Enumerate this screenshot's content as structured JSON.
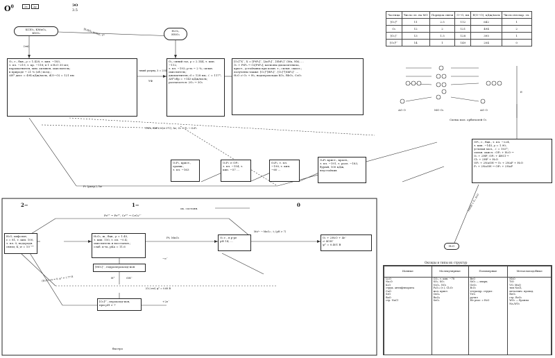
{
  "header": {
    "element": "O",
    "superscript": "0",
    "config_1": "2s",
    "config_2": "2p",
    "hdr_label": "ЭО",
    "hdr_value": "3.5"
  },
  "nodes": {
    "kclo3": [
      "KClO₃, KMnO₄,",
      "KNO₃"
    ],
    "h2o2_top": [
      "H₂O₂,",
      "HNO₃"
    ],
    "o2_main": [
      "O₂, г., бцв., ρ = 1.428, т. кип. −183,",
      "т. пл. −219, т. кр. −118; в 1 л H₂O 30 мл;",
      "парамагнитен, хим. активен, окислитель;",
      "в природе ~ 21 % (об.) возд.;",
      "ΔH° дисс = 494 кДж/моль, d(O−O) = 121 пм"
    ],
    "o3_main": [
      "O₃, синий газ, ρ = 2.144, т. кип. −112,",
      "т. пл. −193; р-ть ~ 2 %; сильн. окислитель;",
      "диамагнитен; d = 128 пм; ∠ = 117°;",
      "ΔH°обр = +143 кДж/моль;",
      "разлагается: 2O₃ → 3O₂"
    ],
    "oxy_complex": [
      "[O₂]⁺X⁻, X = [PtF₆]⁻, [AsF₆]⁻, [SbF₆]⁻ (Mn, Nb), ...",
      "O₂ + PtF₆ → O₂[PtF₆]; катионы диоксигенила,",
      "крист., устойчивы при комн. т.; сильн. окисл.;",
      "получены также: [O₂]⁺[BF₄]⁻, [O₂]⁺[SbF₆]⁻ ...",
      "H₂O ⇄ O₂ + H₂; надпероксиды KO₂, RbO₂, CsO₂"
    ],
    "o2f2": [
      "O₂F₂, крист.,",
      "оранж.,",
      "т. пл. −163"
    ],
    "o2f2b": [
      "O₂F₂ ⇌ OF₂",
      "т. пл. −154, т.",
      "кип. −57 ..."
    ],
    "o3f2": [
      "O₃F₂, т. пл.",
      "−190, т. кип.",
      "−60 ..."
    ],
    "o4f2": [
      "O₄F₂ крист., красн.,",
      "т. пл. −191, т. разл. −183,",
      "бурый, 100 кДж,",
      "неустойчив"
    ],
    "of2": [
      "OF₂, г., бцв., т. пл. −224,",
      "т. кип. −145, ρ = 1.90;",
      "угловая мол., ∠ = 103°;",
      "сильн. окисл.: OF₂ + H₂O →",
      "O₂ + 2HF; OF₂ + 4HCl →",
      "Cl₂ + 2HF + H₂O",
      "OF₂ + 2NaOH → O₂ + 2NaF + H₂O",
      "F₂ + 2NaOH → OF₂ + 2NaF"
    ],
    "h2o_node": "H₂O",
    "h2o_bottom": [
      "H₂O, амфолит,",
      "ε = 81, т. кип. 100,",
      "т. пл. 0; водородн.",
      "связи; K_w = 10⁻¹⁴"
    ],
    "h2o2_bottom": [
      "H₂O₂, ж., бцв., ρ = 1.45,",
      "т. кип. 150, т. пл. −0.4;",
      "окислитель и восстанов.;",
      "слаб. к-та, pKa = 11.6"
    ],
    "o2_bottom": [
      "O₂ г., в р-ре",
      "pH 14, ..."
    ],
    "o2_right": [
      "O₂ + 2H₂O + 4e⁻",
      "⇄ 4OH⁻",
      "φ° = 0.401 В"
    ],
    "ho2": "[HO₂]⁻, гидропероксид-ион",
    "o2_peroxo": [
      "[O₂]²⁻, пероксид-ион,",
      "при pH > 7"
    ]
  },
  "labels": {
    "label_tv": "(тв)",
    "label_reaction": "H₂SO₄ конц., t°",
    "label_discharge": "тихий разряд, λ = 254 нм,",
    "label_uv": "УФ",
    "label_pf6": "PtF₆, SbF₅, t (> 0°C), hν; O₂ + F₂ → O₂F₂",
    "label_ff": "F₂ (разр.), hν",
    "label_kat": "Pt, MnO₂",
    "label_minus": "−e⁻",
    "label_e2": "+2e⁻",
    "label_h2o_to": "NaOH + F₂, H₂O",
    "label_bystro": "быстро",
    "label_mn": "Mn²⁺ → MnO₄⁻, t; (pH > 7)",
    "label_fe": "Fe²⁺ → Fe³⁺, Cr³⁺ → CrO₄²⁻",
    "label_ox2": "(H₂O₂) ox = 0,  φ° = 1.77 В",
    "label_ox3": "(O₂) red,  φ° = 0.68 В",
    "label_acid": "H⁺",
    "label_oh": "OH⁻",
    "label_oxnum_top": "ок. состоян.",
    "mo_caption": "Схема мол. орбиталей O₂",
    "label_mo_ao1": "AO  O",
    "label_mo_mo": "MO  O₂",
    "label_mo_ao2": "AO  O",
    "label_e": "E"
  },
  "ox_states": {
    "m2": "2−",
    "m1": "1−",
    "z": "0"
  },
  "orbital_table": {
    "headers": [
      "Частица",
      "Число эл. на МО",
      "Порядок связи",
      "O−O, пм",
      "E(O−O), кДж/моль",
      "Число неспар. эл."
    ],
    "rows": [
      [
        "[O₂]⁺",
        "11",
        "2.5",
        "112",
        "642",
        "1"
      ],
      [
        "O₂",
        "12",
        "2",
        "121",
        "494",
        "2"
      ],
      [
        "[O₂]⁻",
        "13",
        "1.5",
        "128",
        "395",
        "1"
      ],
      [
        "[O₂]²⁻",
        "14",
        "1",
        "149",
        "204",
        "0"
      ]
    ]
  },
  "bottom_table": {
    "title": "Оксиды и типы их структур",
    "headers": [
      "Ионные",
      "Молекулярные",
      "Полимерные",
      "Металлоподобные"
    ],
    "cols": [
      [
        "Li₂O",
        "Na₂O",
        "K₂O",
        "струк. антифлюорита",
        "",
        "CaO",
        "SrO",
        "BaO",
        "стр. NaCl"
      ],
      [
        "CO₂, т. кип. −78",
        "SO₂, SO₃",
        "N₂O₅, NO₂",
        "P₄O₁₀ (г.), Cl₂O₇",
        "мол. крист.",
        "OsO₄",
        "RuO₄",
        "SeO₂"
      ],
      [
        "BeO",
        "SiO₂ — кварц",
        "GeO₂",
        "B₂O₃",
        "тетраэдр. структ.",
        "TiO₂",
        "рутил",
        "",
        "Не реаг. с H₂O"
      ],
      [
        "NbO",
        "TiO",
        "VO, MnO",
        "тип NaCl,",
        "металлич. провод.",
        "ReO₃",
        "стр. ReO₃",
        "WO₃ — бронзы",
        "NaₓWO₃"
      ]
    ]
  }
}
